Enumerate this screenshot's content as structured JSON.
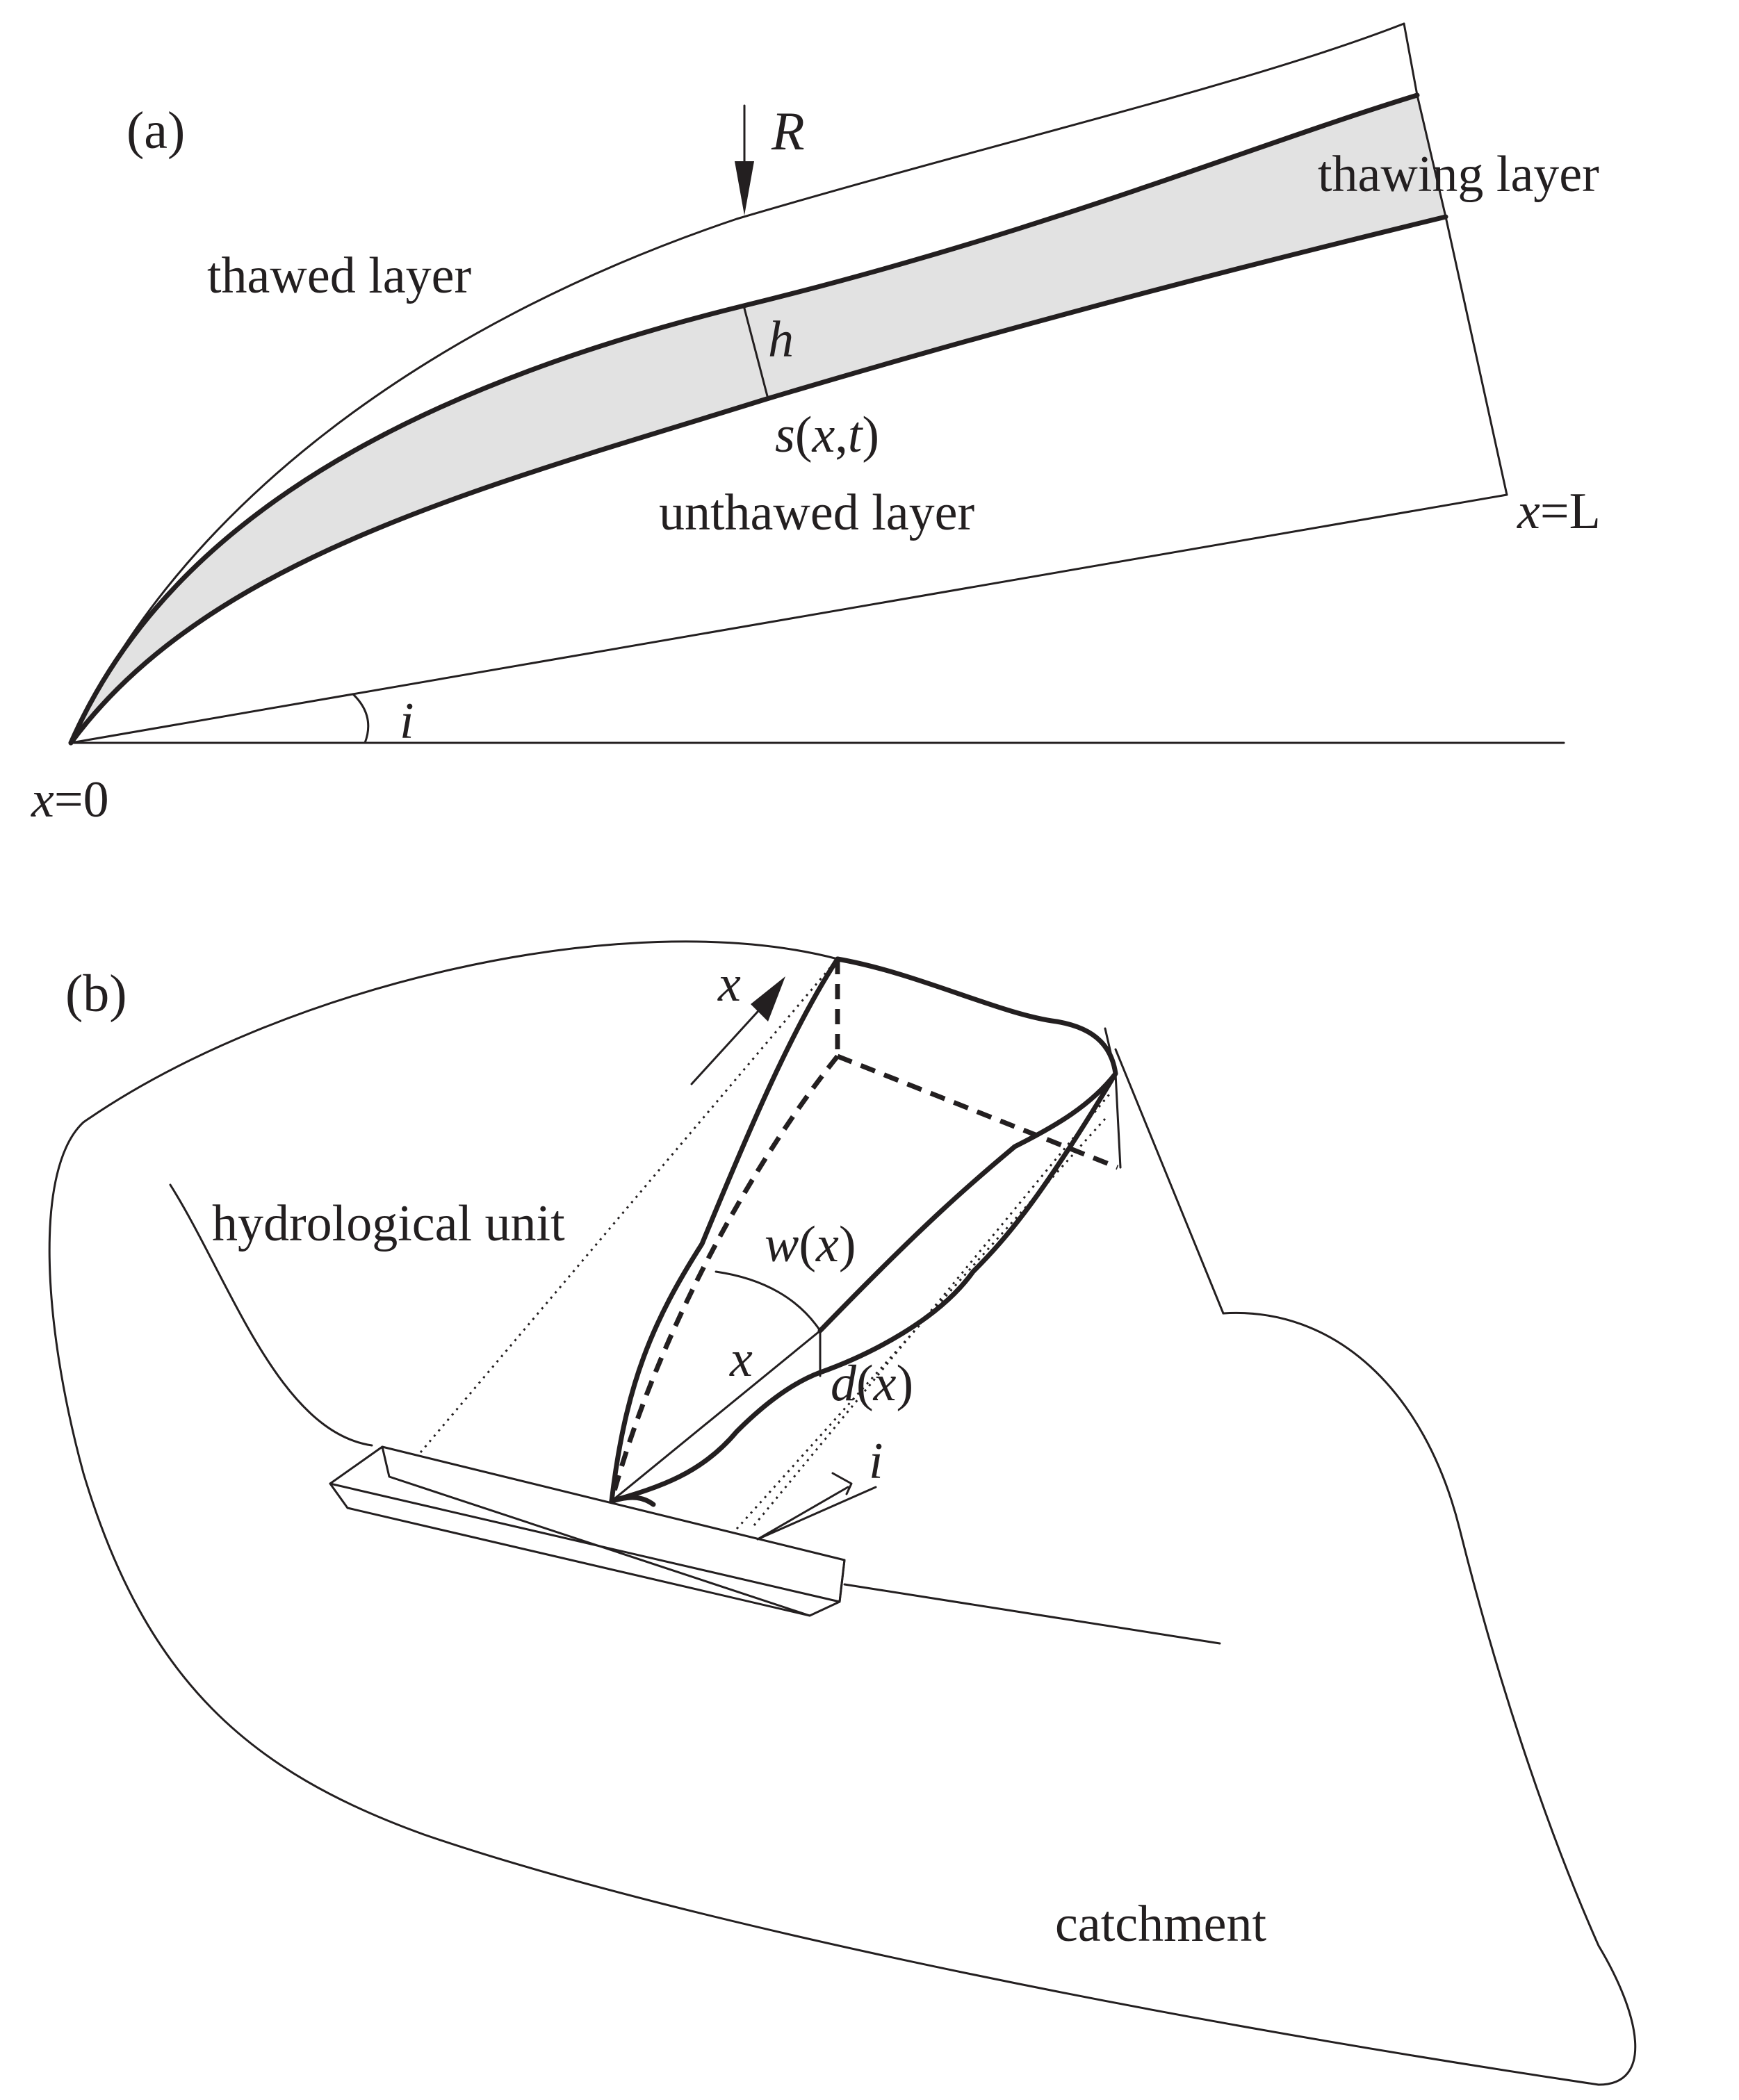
{
  "panel_a": {
    "tag": "(a)",
    "R": "R",
    "thawed": "thawed layer",
    "thawing": "thawing layer",
    "h": "h",
    "s_s": "s",
    "s_x": "x",
    "s_t": "t",
    "unthawed": "unthawed layer",
    "xL_x": "x",
    "xL_rest": "=L",
    "i": "i",
    "x0_x": "x",
    "x0_rest": "=0"
  },
  "panel_b": {
    "tag": "(b)",
    "x_arrow": "x",
    "unit": "hydrological unit",
    "w_w": "w",
    "w_x": "x",
    "x_mid": "x",
    "d_d": "d",
    "d_x": "x",
    "i": "i",
    "catchment": "catchment"
  },
  "colors": {
    "ink": "#231f20",
    "band": "#e2e2e2"
  }
}
